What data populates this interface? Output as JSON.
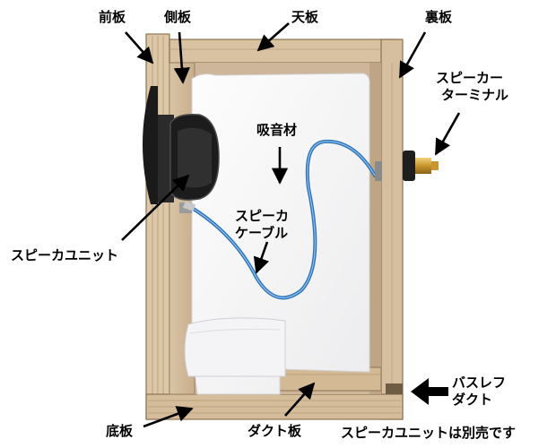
{
  "labels": {
    "front_panel": "前板",
    "side_panel": "側板",
    "top_panel": "天板",
    "back_panel": "裏板",
    "terminal_line1": "スピーカー",
    "terminal_line2": "ターミナル",
    "absorber": "吸音材",
    "cable_line1": "スピーカ",
    "cable_line2": "ケーブル",
    "speaker_unit": "スピーカユニット",
    "bass_reflex_line1": "バスレフ",
    "bass_reflex_line2": "ダクト",
    "bottom_panel": "底板",
    "duct_panel": "ダクト板",
    "note": "スピーカユニットは別売です"
  }
}
